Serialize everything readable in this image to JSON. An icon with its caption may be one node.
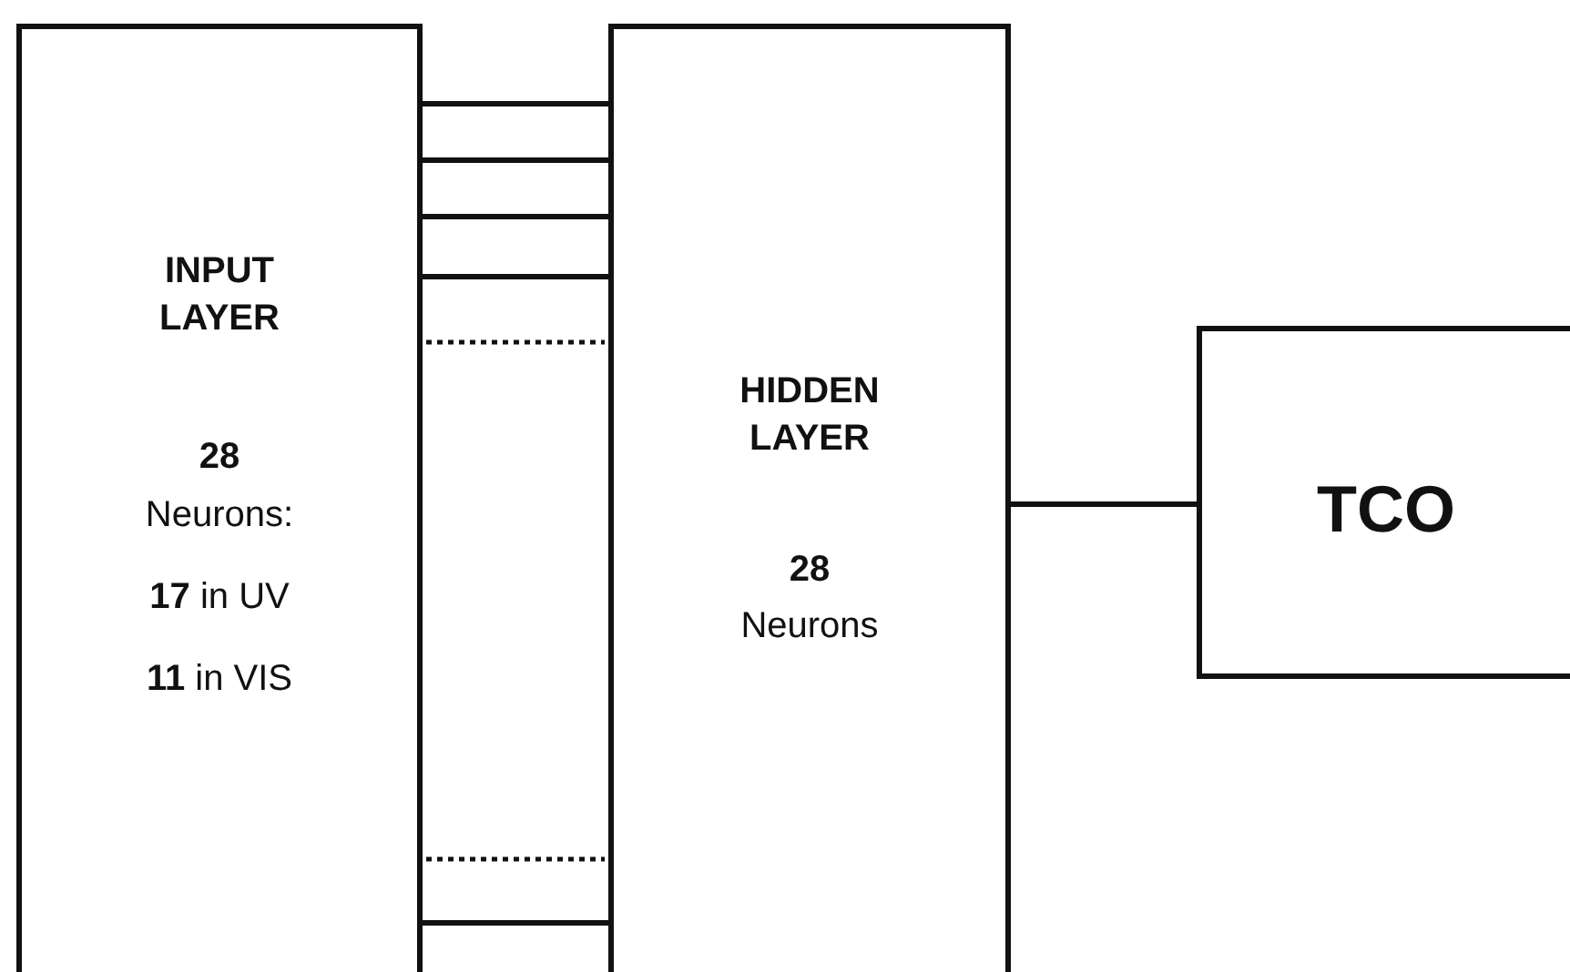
{
  "diagram": {
    "nodes": [
      {
        "text": [
          "INPUT LAYER",
          "28",
          "Neurons:",
          "**17** in UV",
          "**11** in VIS"
        ]
      },
      {
        "text": [
          "HIDDEN LAYER",
          "28",
          "Neurons"
        ]
      },
      {
        "text": [
          "TCO"
        ]
      }
    ],
    "edges": [
      {
        "from": 0,
        "to": 1,
        "arrow": "none"
      },
      {
        "from": 0,
        "to": 1,
        "arrow": "none"
      },
      {
        "from": 0,
        "to": 1,
        "arrow": "none"
      },
      {
        "from": 0,
        "to": 1,
        "arrow": "none"
      },
      {
        "from": 0,
        "to": 1,
        "arrow": "none",
        "style": "dashed"
      },
      {
        "from": 0,
        "to": 1,
        "arrow": "none",
        "style": "dashed"
      },
      {
        "from": 0,
        "to": 1,
        "arrow": "none"
      },
      {
        "from": 1,
        "to": 2,
        "arrow": "none"
      }
    ]
  }
}
